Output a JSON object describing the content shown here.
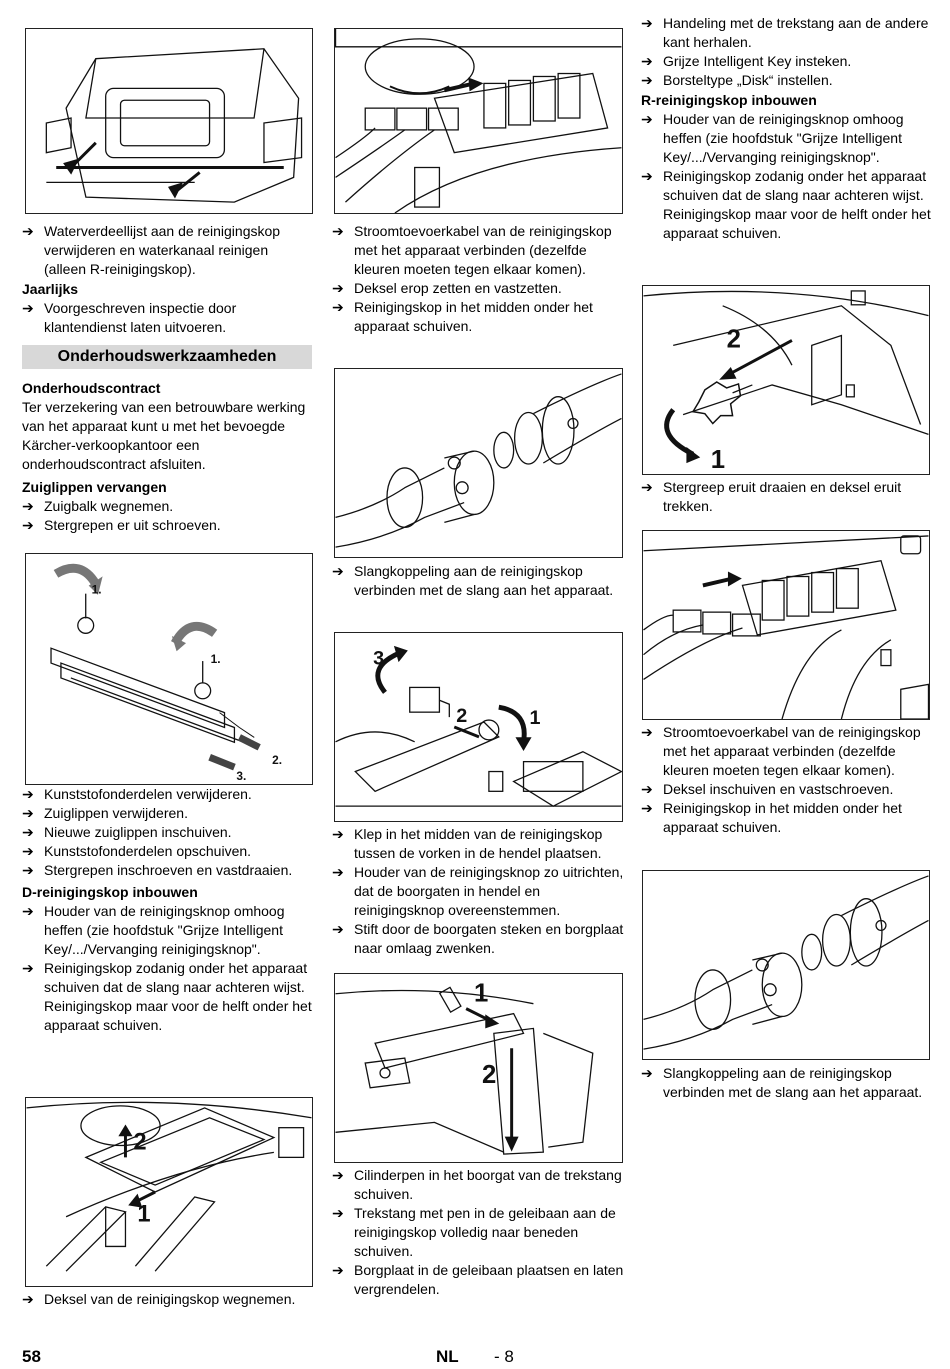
{
  "arrow": "➔",
  "col1": {
    "t1": {
      "b1": "Waterverdeellijst aan de reinigingskop verwijderen en waterkanaal reinigen (alleen R-reinigingskop).",
      "h_jaarlijks": "Jaarlijks",
      "b2": "Voorgeschreven inspectie door klantendienst laten uitvoeren.",
      "section": "Onderhoudswerkzaamheden",
      "h_contract": "Onderhoudscontract",
      "p_contract": "Ter verzekering van een betrouwbare werking van het apparaat kunt u met het bevoegde Kärcher-verkoopkantoor een onderhoudscontract afsluiten.",
      "h_zuiglippen": "Zuiglippen vervangen",
      "b3": "Zuigbalk wegnemen.",
      "b4": "Stergrepen er uit schroeven."
    },
    "fig2_labels": {
      "l1a": "1.",
      "l1b": "1.",
      "l2": "2.",
      "l3": "3."
    },
    "t2": {
      "b1": "Kunststofonderdelen verwijderen.",
      "b2": "Zuiglippen verwijderen.",
      "b3": "Nieuwe zuiglippen inschuiven.",
      "b4": "Kunststofonderdelen opschuiven.",
      "b5": "Stergrepen inschroeven en vastdraaien.",
      "h_d": "D-reinigingskop inbouwen",
      "b6": "Houder van de reinigingsknop omhoog heffen (zie hoofdstuk \"Grijze Intelligent Key/.../Vervanging reinigingsknop\".",
      "b7": "Reinigingskop zodanig onder het apparaat schuiven dat de slang naar achteren wijst.",
      "p1": "Reinigingskop maar voor de helft onder het apparaat schuiven."
    },
    "fig3_labels": {
      "n2": "2",
      "n1": "1"
    },
    "t3": {
      "b1": "Deksel van de reinigingskop wegnemen."
    }
  },
  "col2": {
    "t1": {
      "b1": "Stroomtoevoerkabel van de reinigingskop met het apparaat verbinden (dezelfde kleuren moeten tegen elkaar komen).",
      "b2": "Deksel erop zetten en vastzetten.",
      "b3": "Reinigingskop in het midden onder het apparaat schuiven."
    },
    "t2": {
      "b1": "Slangkoppeling aan de reinigingskop verbinden met de slang aan het apparaat."
    },
    "fig3_labels": {
      "n3": "3",
      "n2": "2",
      "n1": "1"
    },
    "t3": {
      "b1": "Klep in het midden van de reinigingskop tussen de vorken in de hendel plaatsen.",
      "b2": "Houder van de reinigingsknop zo uitrichten, dat de boorgaten in hendel en reinigingsknop overeenstemmen.",
      "b3": "Stift door de boorgaten steken en borgplaat naar omlaag zwenken."
    },
    "fig4_labels": {
      "n1": "1",
      "n2": "2"
    },
    "t4": {
      "b1": "Cilinderpen in het boorgat van de trekstang schuiven.",
      "b2": "Trekstang met pen in de geleibaan aan de reinigingskop volledig naar beneden schuiven.",
      "b3": "Borgplaat in de geleibaan plaatsen en laten vergrendelen."
    }
  },
  "col3": {
    "t1": {
      "b1": "Handeling met de trekstang aan de andere kant herhalen.",
      "b2": "Grijze Intelligent Key insteken.",
      "b3": "Borsteltype „Disk“ instellen.",
      "h_r": "R-reinigingskop inbouwen",
      "b4": "Houder van de reinigingsknop omhoog heffen (zie hoofdstuk \"Grijze Intelligent Key/.../Vervanging reinigingsknop\".",
      "b5": "Reinigingskop zodanig onder het apparaat schuiven dat de slang naar achteren wijst.",
      "p1": "Reinigingskop maar voor de helft onder het apparaat schuiven."
    },
    "fig1_labels": {
      "n2": "2",
      "n1": "1"
    },
    "t2": {
      "b1": "Stergreep eruit draaien en deksel eruit trekken."
    },
    "t3": {
      "b1": "Stroomtoevoerkabel van de reinigingskop met het apparaat verbinden (dezelfde kleuren moeten tegen elkaar komen).",
      "b2": "Deksel inschuiven en vastschroeven.",
      "b3": "Reinigingskop in het midden onder het apparaat schuiven."
    },
    "t4": {
      "b1": "Slangkoppeling aan de reinigingskop verbinden met de slang aan het apparaat."
    }
  },
  "footer": {
    "page": "58",
    "lang": "NL",
    "sub": "- 8"
  }
}
